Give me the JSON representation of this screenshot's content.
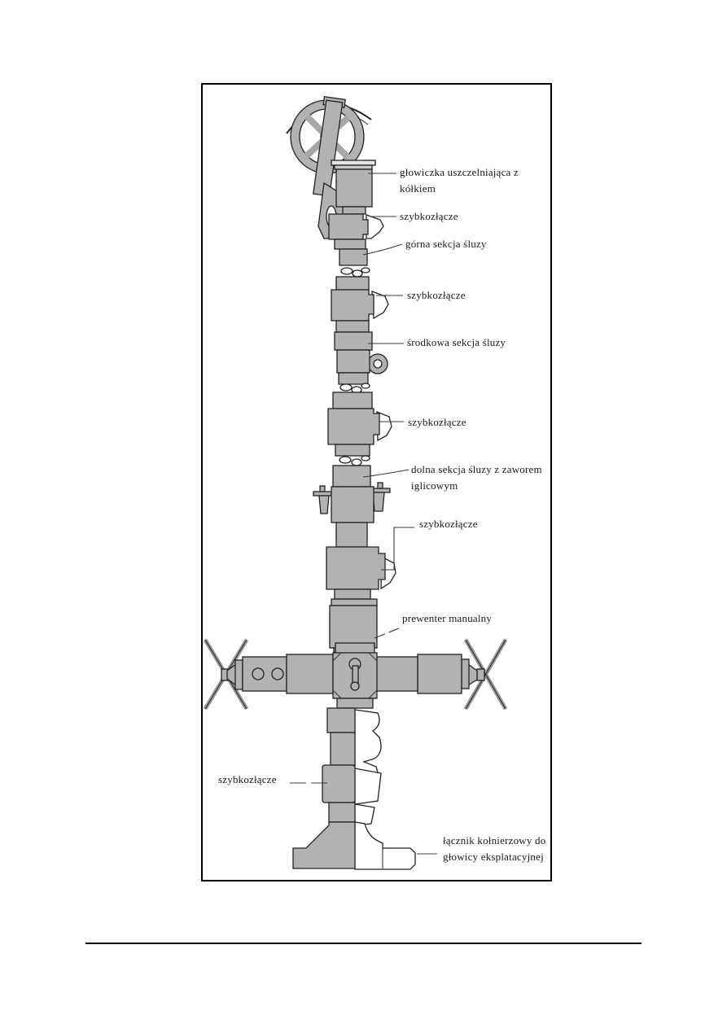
{
  "page": {
    "background": "#ffffff"
  },
  "figure": {
    "border_color": "#000000",
    "part_fill": "#b2b2b2",
    "outline": "#222222",
    "labels": [
      {
        "key": "sealing-head",
        "text": "głowiczka uszczelniająca z\nkółkiem"
      },
      {
        "key": "quick-coupling-1",
        "text": "szybkozłącze"
      },
      {
        "key": "upper-sluice-section",
        "text": "górna sekcja śluzy"
      },
      {
        "key": "quick-coupling-2",
        "text": "szybkozłącze"
      },
      {
        "key": "middle-sluice-section",
        "text": "środkowa sekcja śluzy"
      },
      {
        "key": "quick-coupling-3",
        "text": "szybkozłącze"
      },
      {
        "key": "lower-sluice-section",
        "text": "dolna sekcja śluzy z zaworem\niglicowym"
      },
      {
        "key": "quick-coupling-4",
        "text": "szybkozłącze"
      },
      {
        "key": "manual-preventer",
        "text": "prewenter manualny"
      },
      {
        "key": "quick-coupling-5",
        "text": "szybkozłącze"
      },
      {
        "key": "flange-connector",
        "text": "łącznik kołnierzowy do\ngłowicy eksplatacyjnej"
      }
    ]
  }
}
